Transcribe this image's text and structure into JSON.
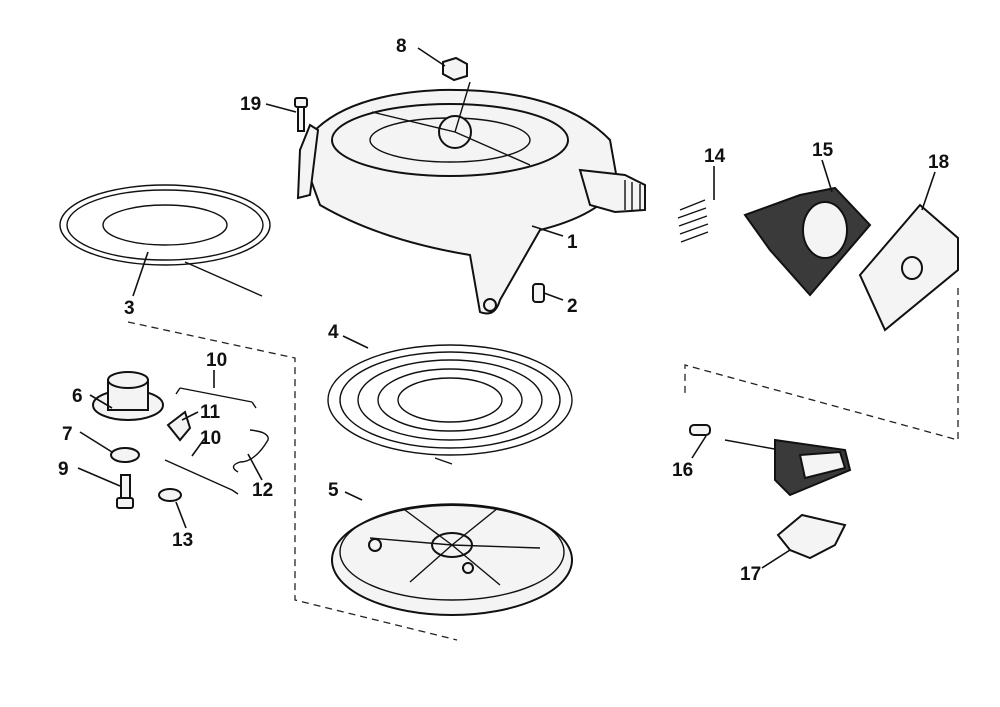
{
  "callouts": {
    "c1": "1",
    "c2": "2",
    "c3": "3",
    "c4": "4",
    "c5": "5",
    "c6": "6",
    "c7": "7",
    "c8": "8",
    "c9": "9",
    "c10a": "10",
    "c10b": "10",
    "c11": "11",
    "c12": "12",
    "c13": "13",
    "c14": "14",
    "c15": "15",
    "c16": "16",
    "c17": "17",
    "c18": "18",
    "c19": "19"
  }
}
